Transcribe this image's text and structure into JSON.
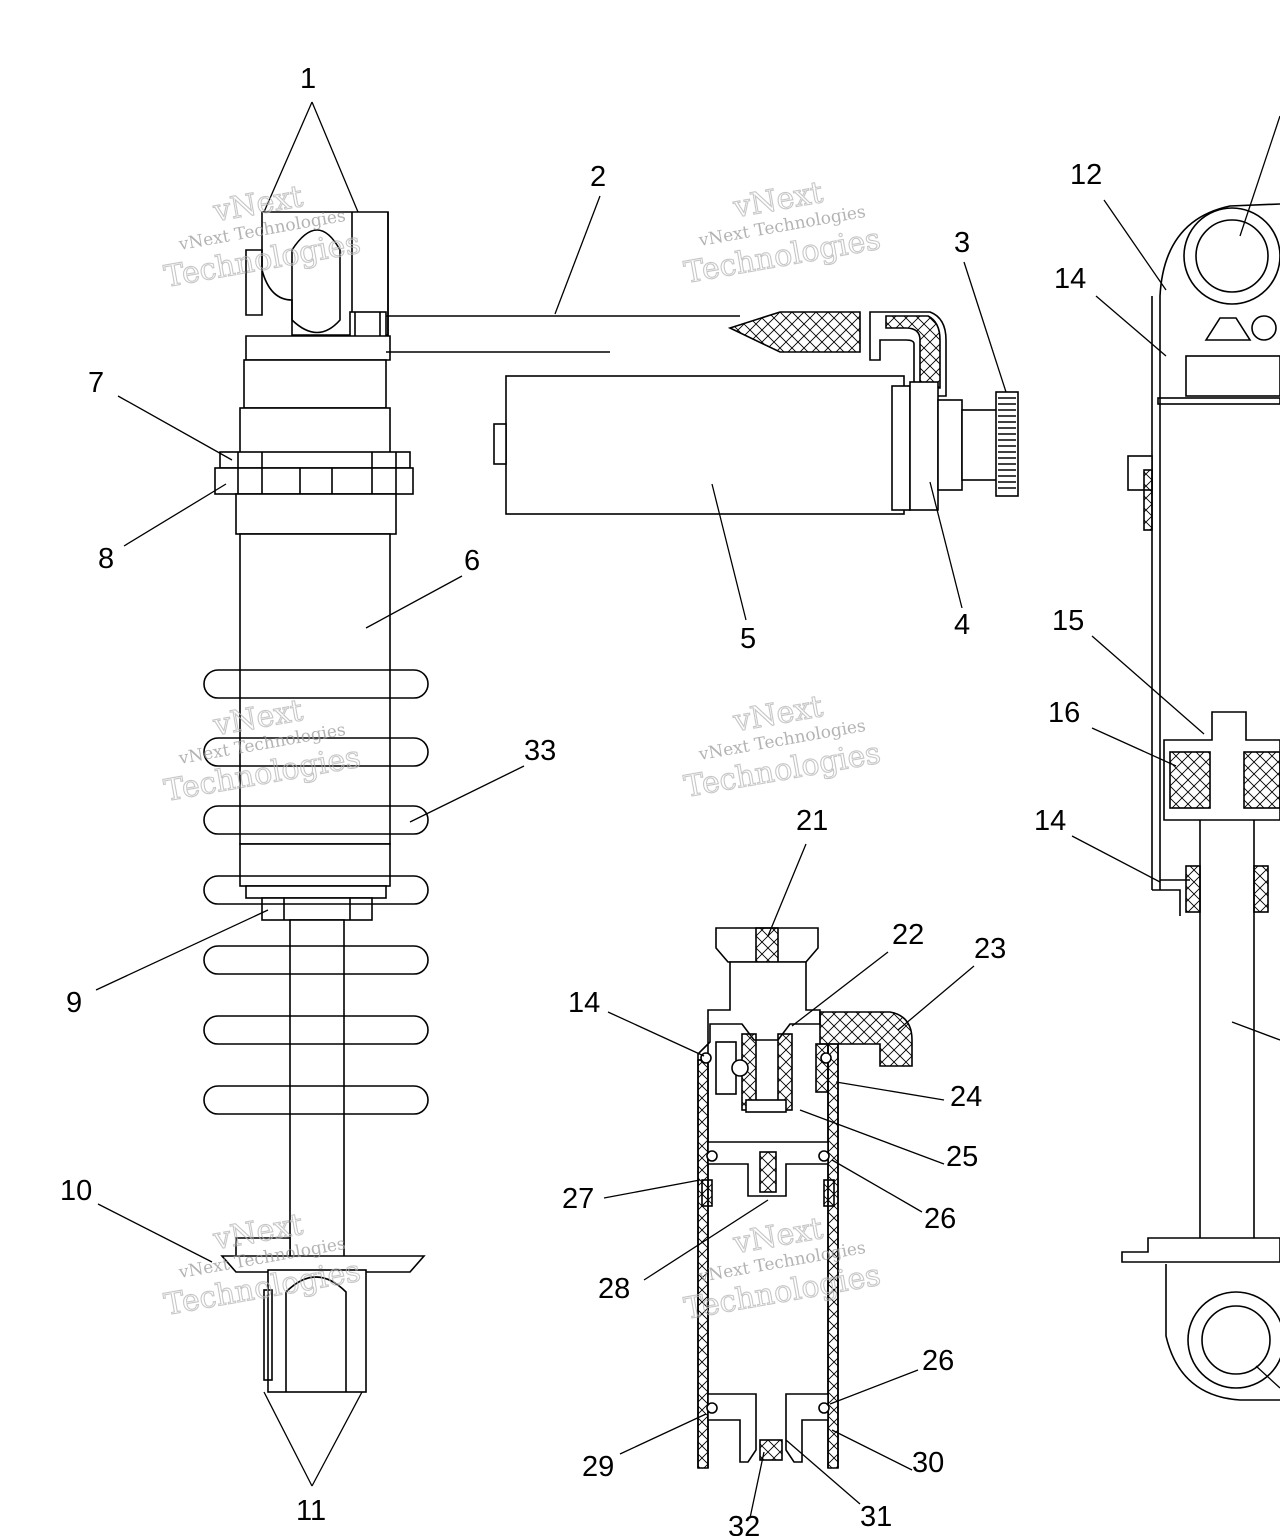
{
  "callouts": [
    "1",
    "2",
    "3",
    "4",
    "5",
    "6",
    "7",
    "8",
    "9",
    "10",
    "11",
    "12",
    "14",
    "14",
    "14",
    "15",
    "16",
    "21",
    "22",
    "23",
    "24",
    "25",
    "26",
    "26",
    "27",
    "28",
    "29",
    "30",
    "31",
    "32",
    "33"
  ],
  "watermark": {
    "small": "vNext Technologies",
    "large": "Technologies",
    "arc": "vNext"
  }
}
